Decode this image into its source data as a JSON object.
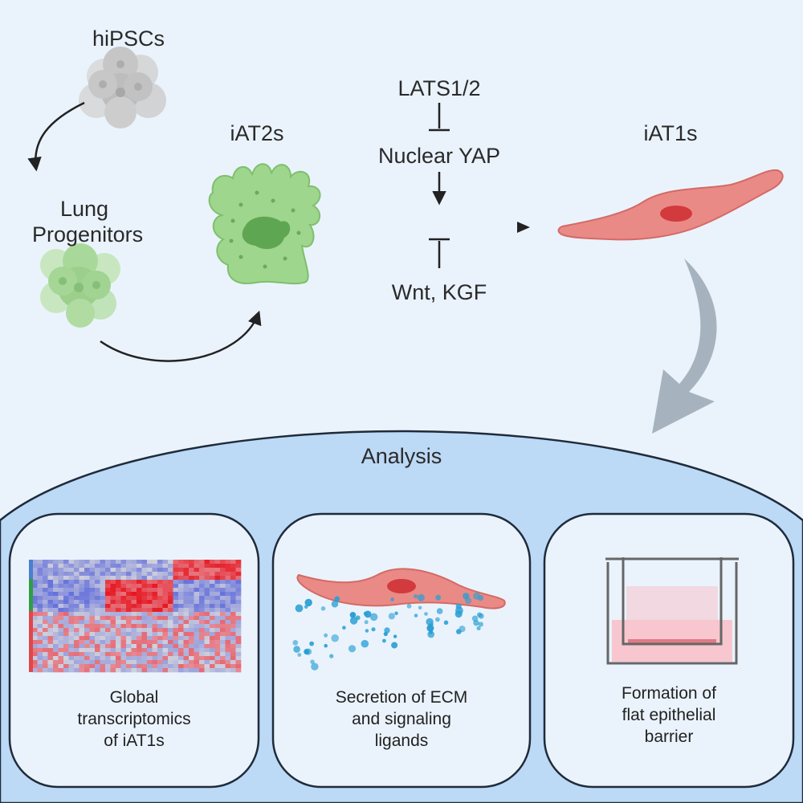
{
  "labels": {
    "hipscs": "hiPSCs",
    "lung_progenitors": [
      "Lung",
      "Progenitors"
    ],
    "iat2s": "iAT2s",
    "iat1s": "iAT1s",
    "lats": "LATS1/2",
    "nuclear_yap": "Nuclear YAP",
    "wnt_kgf": "Wnt, KGF",
    "analysis": "Analysis"
  },
  "panels": [
    {
      "lines": [
        "Global",
        "transcriptomics",
        "of iAT1s"
      ]
    },
    {
      "lines": [
        "Secretion of ECM",
        "and signaling",
        "ligands"
      ]
    },
    {
      "lines": [
        "Formation of",
        "flat epithelial",
        "barrier"
      ]
    }
  ],
  "colors": {
    "background": "#eaf3fc",
    "analysis_dome": "#bcd9f6",
    "panel_fill": "#eaf3fc",
    "iat2_cell": "#9ed68d",
    "iat2_nucleus": "#5fa653",
    "iat1_cell": "#e98a86",
    "iat1_nucleus": "#d23a3d",
    "progenitor_cells": "#a8d99a",
    "hipsc_cells": "#c9c9c9",
    "secreted_dots": "#2b9fd4",
    "big_arrow": "#a6b3bf"
  }
}
